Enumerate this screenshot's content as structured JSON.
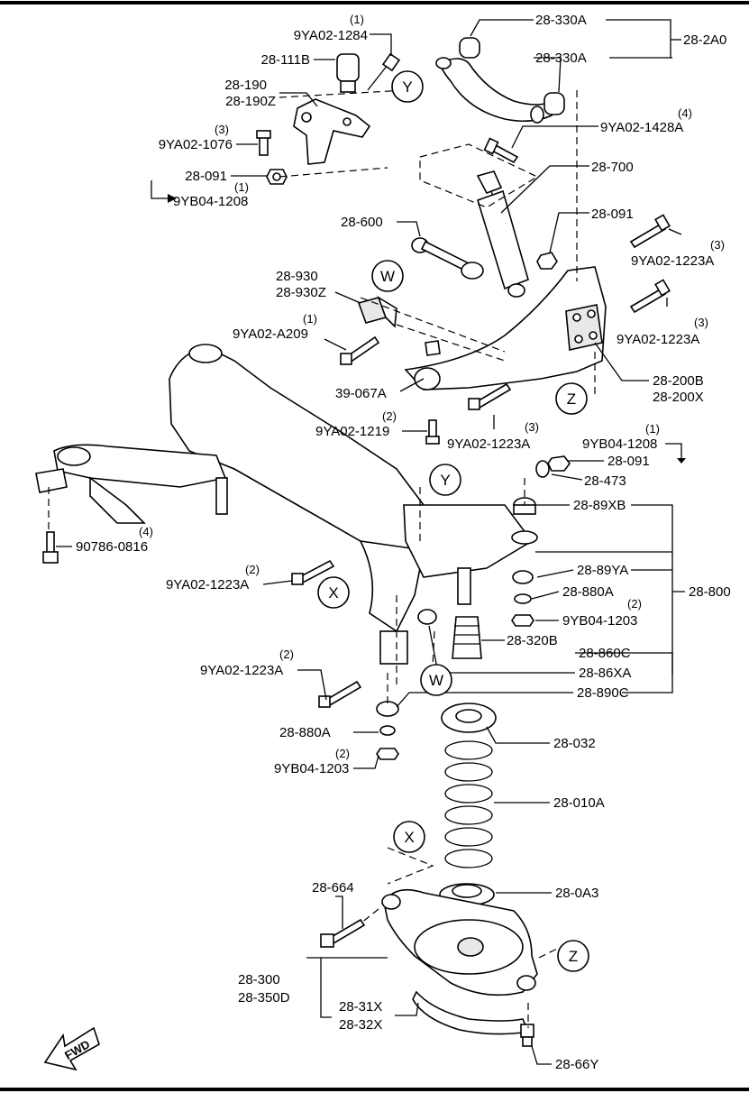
{
  "labels": {
    "qty_1284": "(1)",
    "p_9ya02_1284": "9YA02-1284",
    "p_28_111b": "28-111B",
    "p_28_190": "28-190",
    "p_28_190z": "28-190Z",
    "qty_1076": "(3)",
    "p_9ya02_1076": "9YA02-1076",
    "p_28_091_a": "28-091",
    "qty_9yb04_1208_a": "(1)",
    "p_9yb04_1208_a": "9YB04-1208",
    "p_28_330a_top": "28-330A",
    "p_28_2a0": "28-2A0",
    "p_28_330a_b": "28-330A",
    "qty_1428": "(4)",
    "p_9ya02_1428a": "9YA02-1428A",
    "p_28_700": "28-700",
    "p_28_600": "28-600",
    "p_28_091_b": "28-091",
    "qty_1223_a": "(3)",
    "p_9ya02_1223a_a": "9YA02-1223A",
    "p_28_930": "28-930",
    "p_28_930z": "28-930Z",
    "qty_a209": "(1)",
    "p_9ya02_a209": "9YA02-A209",
    "qty_1223_b": "(3)",
    "p_9ya02_1223a_b": "9YA02-1223A",
    "p_39_067a": "39-067A",
    "p_28_200b": "28-200B",
    "p_28_200x": "28-200X",
    "qty_1219": "(2)",
    "p_9ya02_1219": "9YA02-1219",
    "qty_1223_c": "(3)",
    "p_9ya02_1223a_c": "9YA02-1223A",
    "qty_9yb04_1208_b": "(1)",
    "p_9yb04_1208_b": "9YB04-1208",
    "p_28_091_c": "28-091",
    "p_28_473": "28-473",
    "p_28_89xb": "28-89XB",
    "qty_0816": "(4)",
    "p_90786_0816": "90786-0816",
    "qty_1223_d": "(2)",
    "p_9ya02_1223a_d": "9YA02-1223A",
    "p_28_89ya": "28-89YA",
    "p_28_880a_a": "28-880A",
    "p_28_800": "28-800",
    "qty_1203_a": "(2)",
    "p_9yb04_1203_a": "9YB04-1203",
    "p_28_320b": "28-320B",
    "p_28_860c": "28-860C",
    "p_28_86xa": "28-86XA",
    "qty_1223_e": "(2)",
    "p_9ya02_1223a_e": "9YA02-1223A",
    "p_28_890c": "28-890C",
    "p_28_880a_b": "28-880A",
    "p_28_032": "28-032",
    "qty_1203_b": "(2)",
    "p_9yb04_1203_b": "9YB04-1203",
    "p_28_010a": "28-010A",
    "p_28_664": "28-664",
    "p_28_0a3": "28-0A3",
    "p_28_300": "28-300",
    "p_28_350d": "28-350D",
    "p_28_31x": "28-31X",
    "p_28_32x": "28-32X",
    "p_28_66y": "28-66Y"
  },
  "callouts": {
    "y": "Y",
    "w": "W",
    "z": "Z",
    "x": "X"
  },
  "fwd": "FWD"
}
